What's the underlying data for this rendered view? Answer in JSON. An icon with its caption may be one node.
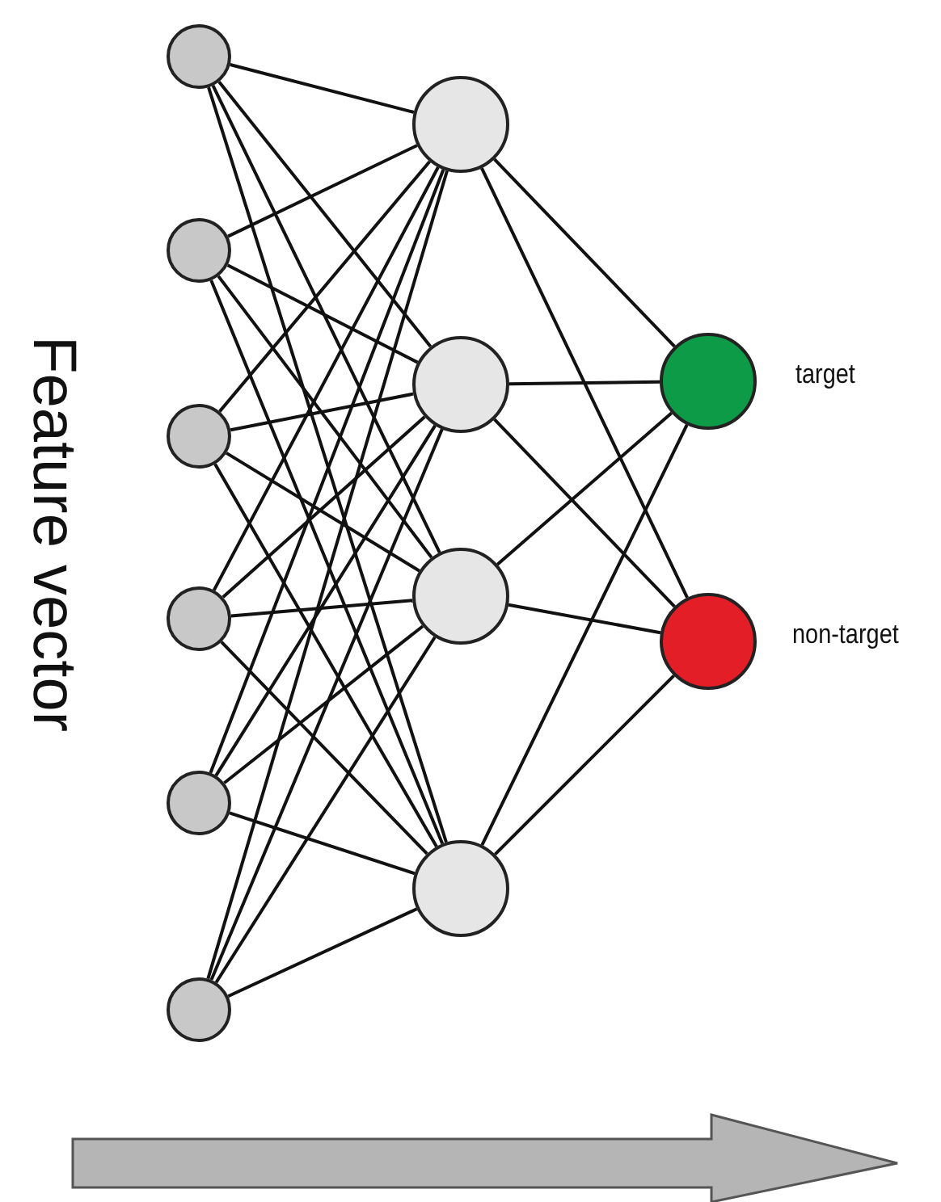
{
  "diagram": {
    "nodes": [
      {
        "text": [],
        "shape": "circle"
      },
      {
        "text": [],
        "shape": "circle"
      },
      {
        "text": [],
        "shape": "circle"
      },
      {
        "text": [],
        "shape": "circle"
      },
      {
        "text": [],
        "shape": "circle"
      },
      {
        "text": [],
        "shape": "circle"
      },
      {
        "text": [],
        "shape": "circle"
      },
      {
        "text": [],
        "shape": "circle"
      },
      {
        "text": [],
        "shape": "circle"
      },
      {
        "text": [],
        "shape": "circle"
      },
      {
        "text": [],
        "shape": "circle",
        "beside": [
          "target"
        ]
      },
      {
        "text": [],
        "shape": "circle",
        "beside": [
          "non-target"
        ]
      }
    ],
    "edges": [
      {
        "from": 0,
        "to": 6,
        "arrow": "none"
      },
      {
        "from": 0,
        "to": 7,
        "arrow": "none"
      },
      {
        "from": 0,
        "to": 8,
        "arrow": "none"
      },
      {
        "from": 0,
        "to": 9,
        "arrow": "none"
      },
      {
        "from": 1,
        "to": 6,
        "arrow": "none"
      },
      {
        "from": 1,
        "to": 7,
        "arrow": "none"
      },
      {
        "from": 1,
        "to": 8,
        "arrow": "none"
      },
      {
        "from": 1,
        "to": 9,
        "arrow": "none"
      },
      {
        "from": 2,
        "to": 6,
        "arrow": "none"
      },
      {
        "from": 2,
        "to": 7,
        "arrow": "none"
      },
      {
        "from": 2,
        "to": 8,
        "arrow": "none"
      },
      {
        "from": 2,
        "to": 9,
        "arrow": "none"
      },
      {
        "from": 3,
        "to": 6,
        "arrow": "none"
      },
      {
        "from": 3,
        "to": 7,
        "arrow": "none"
      },
      {
        "from": 3,
        "to": 8,
        "arrow": "none"
      },
      {
        "from": 3,
        "to": 9,
        "arrow": "none"
      },
      {
        "from": 4,
        "to": 6,
        "arrow": "none"
      },
      {
        "from": 4,
        "to": 7,
        "arrow": "none"
      },
      {
        "from": 4,
        "to": 8,
        "arrow": "none"
      },
      {
        "from": 4,
        "to": 9,
        "arrow": "none"
      },
      {
        "from": 5,
        "to": 6,
        "arrow": "none"
      },
      {
        "from": 5,
        "to": 7,
        "arrow": "none"
      },
      {
        "from": 5,
        "to": 8,
        "arrow": "none"
      },
      {
        "from": 5,
        "to": 9,
        "arrow": "none"
      },
      {
        "from": 6,
        "to": 10,
        "arrow": "none"
      },
      {
        "from": 6,
        "to": 11,
        "arrow": "none"
      },
      {
        "from": 7,
        "to": 10,
        "arrow": "none"
      },
      {
        "from": 7,
        "to": 11,
        "arrow": "none"
      },
      {
        "from": 8,
        "to": 10,
        "arrow": "none"
      },
      {
        "from": 8,
        "to": 11,
        "arrow": "none"
      },
      {
        "from": 9,
        "to": 10,
        "arrow": "none"
      },
      {
        "from": 9,
        "to": 11,
        "arrow": "none"
      }
    ],
    "labels": [
      "Feature vector"
    ]
  }
}
